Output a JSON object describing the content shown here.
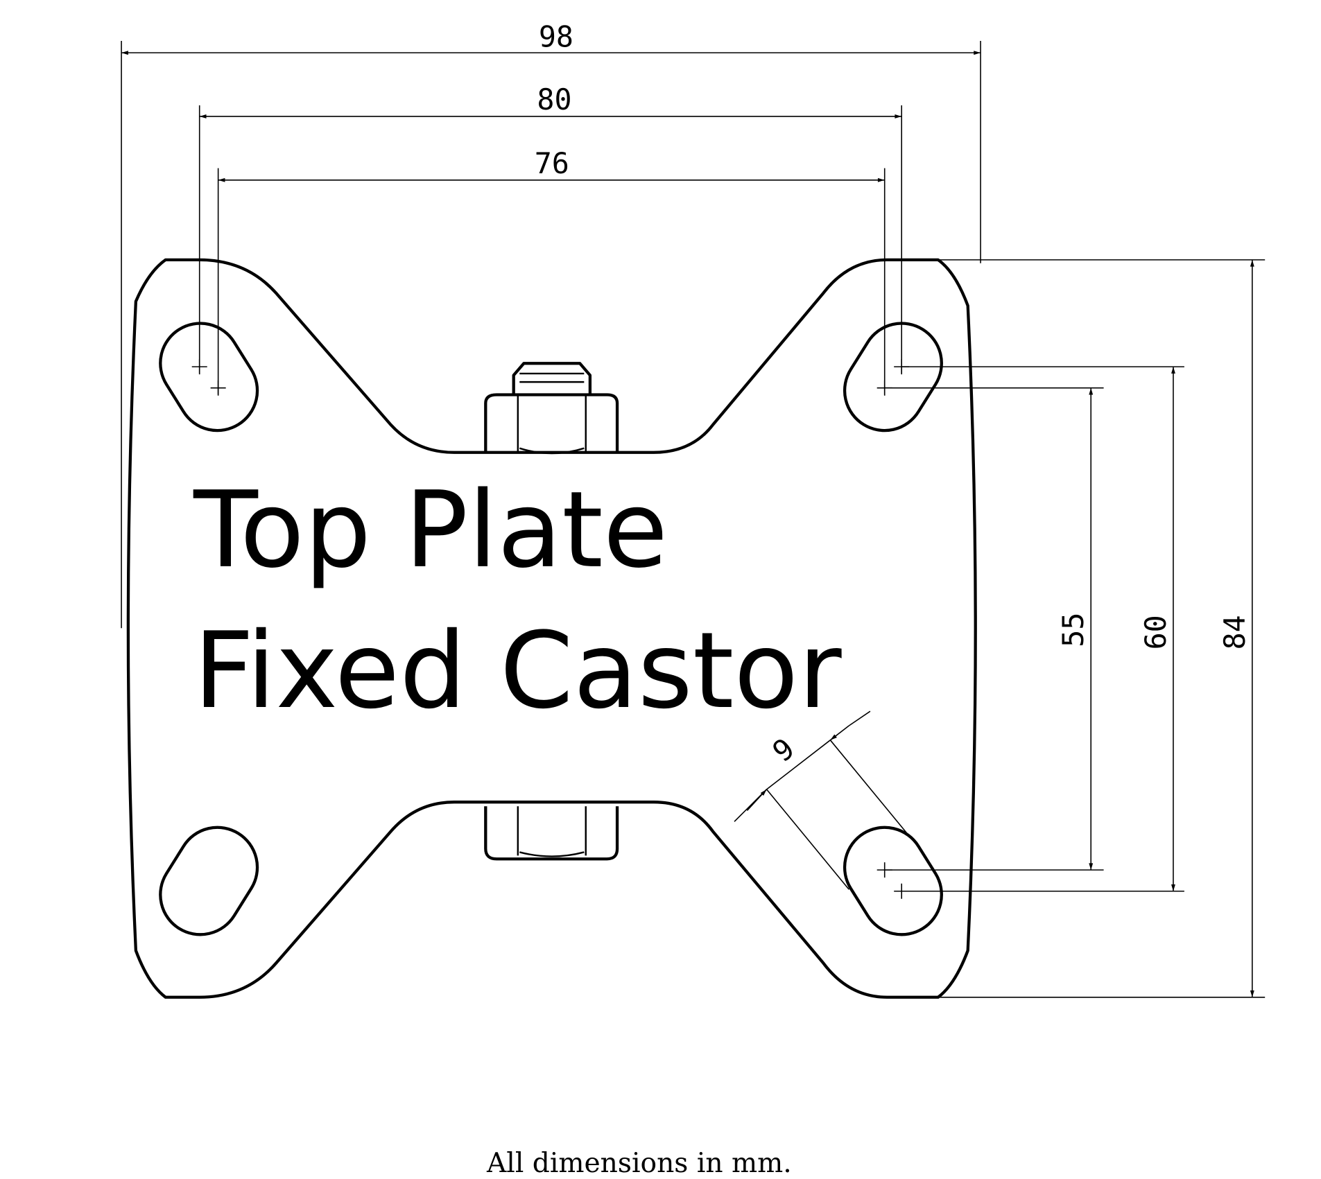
{
  "drawing": {
    "title_line1": "Top Plate",
    "title_line2": "Fixed Castor",
    "footer_note": "All dimensions in mm.",
    "dimensions": {
      "overall_width": "98",
      "hole_spacing_outer_x": "80",
      "hole_spacing_inner_x": "76",
      "overall_length": "84",
      "hole_spacing_outer_y": "60",
      "hole_spacing_inner_y": "55",
      "slot_width": "9"
    }
  }
}
